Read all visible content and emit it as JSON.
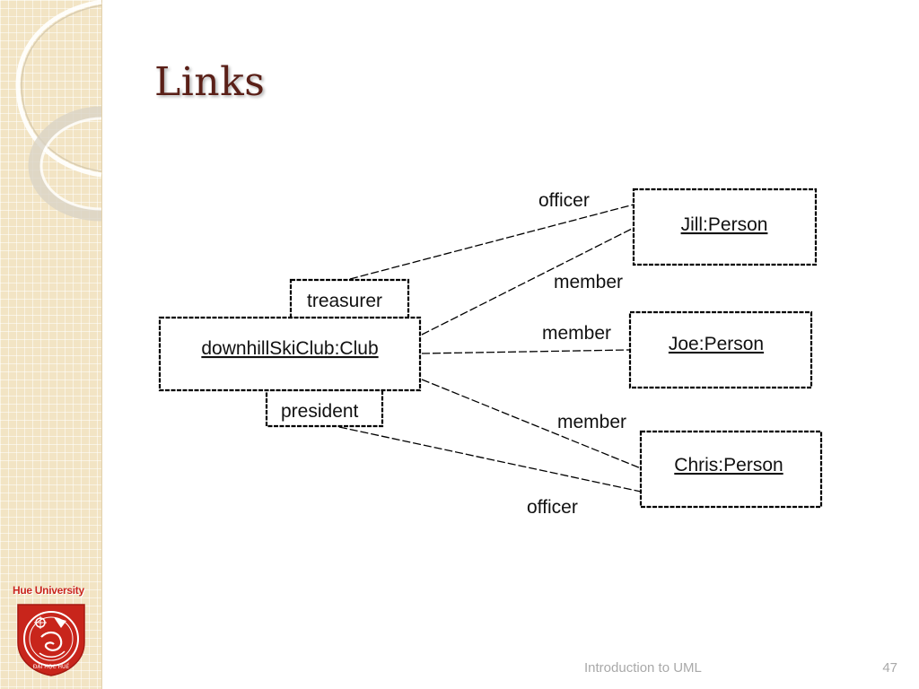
{
  "slide": {
    "title": "Links",
    "footer": "Introduction to UML",
    "page_number": "47"
  },
  "branding": {
    "university": "Hue University",
    "seal_text": "ĐẠI HỌC HUẾ",
    "sidebar_color": "#f2e4c4",
    "title_color": "#5a1f17",
    "logo_color": "#c8251b"
  },
  "diagram": {
    "club": "downhillSkiClub:Club",
    "roles": {
      "treasurer": "treasurer",
      "president": "president"
    },
    "persons": {
      "jill": "Jill:Person",
      "joe": "Joe:Person",
      "chris": "Chris:Person"
    },
    "links": {
      "jill_officer": "officer",
      "jill_member": "member",
      "joe_member": "member",
      "chris_member": "member",
      "chris_officer": "officer"
    }
  }
}
